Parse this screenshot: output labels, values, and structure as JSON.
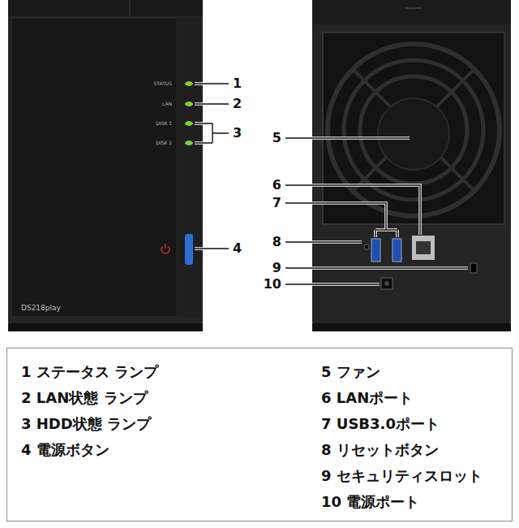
{
  "diagram": {
    "nodes": [
      {
        "text": [
          "1 ステータス ランプ",
          "2 LAN状態 ランプ",
          "3 HDD状態 ランプ",
          "4 電源ボタン",
          "5 ファン",
          "6 LANポート",
          "7 USB3.0ポート",
          "8 リセットボタン",
          "9 セキュリティスロット",
          "10 電源ポート"
        ]
      }
    ],
    "labels": [
      "STATUS",
      "LAN",
      "DISK 1",
      "DISK 2",
      "DS218play",
      "1",
      "2",
      "3",
      "4",
      "5",
      "6",
      "7",
      "8",
      "9",
      "10"
    ]
  }
}
